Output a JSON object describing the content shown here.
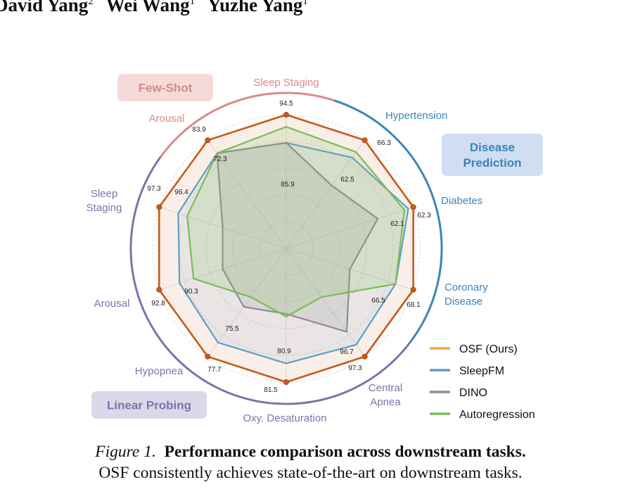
{
  "authors": [
    {
      "name": "David Yang",
      "affil": "2"
    },
    {
      "name": "Wei Wang",
      "affil": "1"
    },
    {
      "name": "Yuzhe Yang",
      "affil": "1"
    }
  ],
  "caption": {
    "label": "Figure 1.",
    "title": "Performance comparison across downstream tasks.",
    "text": "OSF consistently achieves state-of-the-art on downstream tasks."
  },
  "colors": {
    "few_shot": "#d98a8a",
    "disease": "#3a86b8",
    "linear": "#7f72aa",
    "osf": "#c85a1a",
    "sleepfm": "#5aa0c8",
    "dino": "#8e8e8e",
    "autoreg": "#7dbb5a"
  },
  "chart_data": {
    "type": "radar",
    "axes": [
      {
        "label": "Sleep Staging",
        "group": "few_shot",
        "osf_value_label": "94.5",
        "inner_value_label": "85.9"
      },
      {
        "label": "Hypertension",
        "group": "disease",
        "osf_value_label": "66.3",
        "inner_value_label": "62.5"
      },
      {
        "label": "Diabetes",
        "group": "disease",
        "osf_value_label": "62.3",
        "inner_value_label": "62.1"
      },
      {
        "label": "Coronary Disease",
        "group": "disease",
        "osf_value_label": "68.1",
        "inner_value_label": "66.5"
      },
      {
        "label": "Central Apnea",
        "group": "linear",
        "osf_value_label": "97.3",
        "inner_value_label": "96.7"
      },
      {
        "label": "Oxy. Desaturation",
        "group": "linear",
        "osf_value_label": "81.5",
        "inner_value_label": "80.9"
      },
      {
        "label": "Hypopnea",
        "group": "linear",
        "osf_value_label": "77.7",
        "inner_value_label": "75.5"
      },
      {
        "label": "Arousal",
        "group": "linear",
        "osf_value_label": "92.8",
        "inner_value_label": "90.3"
      },
      {
        "label": "Sleep Staging",
        "group": "linear",
        "osf_value_label": "97.3",
        "inner_value_label": "96.4"
      },
      {
        "label": "Arousal",
        "group": "few_shot",
        "osf_value_label": "83.9",
        "inner_value_label": "72.3"
      }
    ],
    "groups": [
      {
        "key": "few_shot",
        "label": "Few-Shot"
      },
      {
        "key": "disease",
        "label": "Disease Prediction"
      },
      {
        "key": "linear",
        "label": "Linear Probing"
      }
    ],
    "series": [
      {
        "name": "OSF (Ours)",
        "color_key": "osf",
        "values": [
          1.0,
          1.0,
          1.0,
          1.0,
          1.0,
          1.0,
          1.0,
          1.0,
          1.0,
          1.0
        ]
      },
      {
        "name": "SleepFM",
        "color_key": "sleepfm",
        "values": [
          0.79,
          0.84,
          0.96,
          0.86,
          0.89,
          0.86,
          0.87,
          0.84,
          0.85,
          0.88
        ]
      },
      {
        "name": "DINO",
        "color_key": "dino",
        "values": [
          0.79,
          0.58,
          0.72,
          0.5,
          0.77,
          0.49,
          0.54,
          0.5,
          0.5,
          0.88
        ]
      },
      {
        "name": "Autoregression",
        "color_key": "autoreg",
        "values": [
          0.91,
          0.89,
          0.93,
          0.86,
          0.45,
          0.51,
          0.45,
          0.73,
          0.78,
          0.88
        ]
      }
    ],
    "legend_position": "bottom-right",
    "grid": true
  }
}
